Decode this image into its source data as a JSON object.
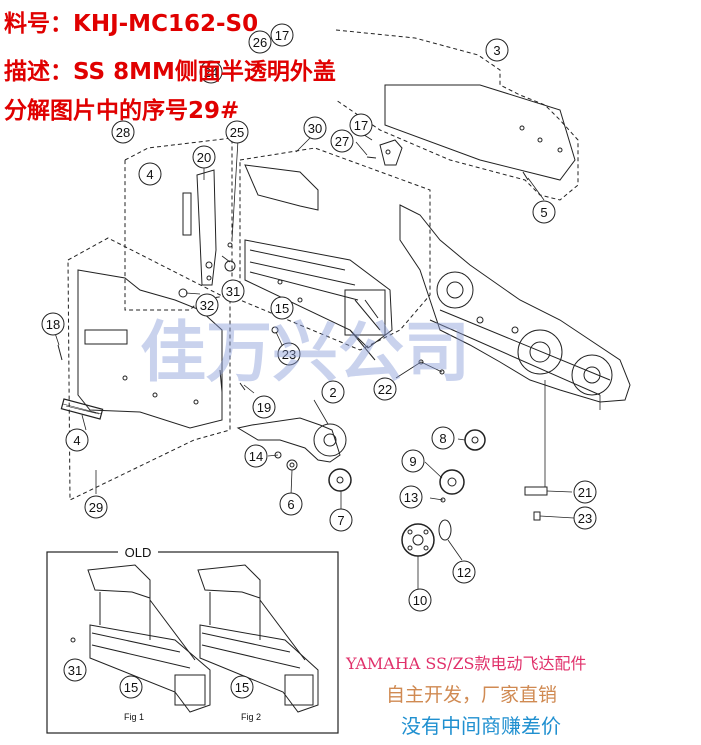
{
  "header": {
    "part_no": "料号：KHJ-MC162-S0",
    "description": "描述：SS 8MM侧面半透明外盖",
    "note": "分解图片中的序号29#"
  },
  "watermark": "佳万兴公司",
  "callouts": {
    "c2": "2",
    "c3": "3",
    "c4a": "4",
    "c4b": "4",
    "c5": "5",
    "c6": "6",
    "c7": "7",
    "c8": "8",
    "c9": "9",
    "c10": "10",
    "c12": "12",
    "c13": "13",
    "c14": "14",
    "c15": "15",
    "c17a": "17",
    "c17b": "17",
    "c18": "18",
    "c19": "19",
    "c20": "20",
    "c21": "21",
    "c22": "22",
    "c23a": "23",
    "c23b": "23",
    "c24": "24",
    "c25": "25",
    "c26": "26",
    "c27": "27",
    "c28": "28",
    "c29": "29",
    "c30": "30",
    "c31": "31",
    "c32": "32",
    "old15a": "15",
    "old15b": "15",
    "old31": "31"
  },
  "old_box": {
    "label": "OLD",
    "fig1": "Fig 1",
    "fig2": "Fig 2"
  },
  "footer": {
    "line1": "YAMAHA SS/ZS款电动飞达配件",
    "line2": "自主开发，厂家直销",
    "line3": "没有中间商赚差价"
  },
  "colors": {
    "header_red": "#e00000",
    "line1_pink": "#e0306a",
    "line2_tan": "#d08a52",
    "line3_blue": "#2090d0",
    "watermark_blue": "#8a9dd8"
  }
}
